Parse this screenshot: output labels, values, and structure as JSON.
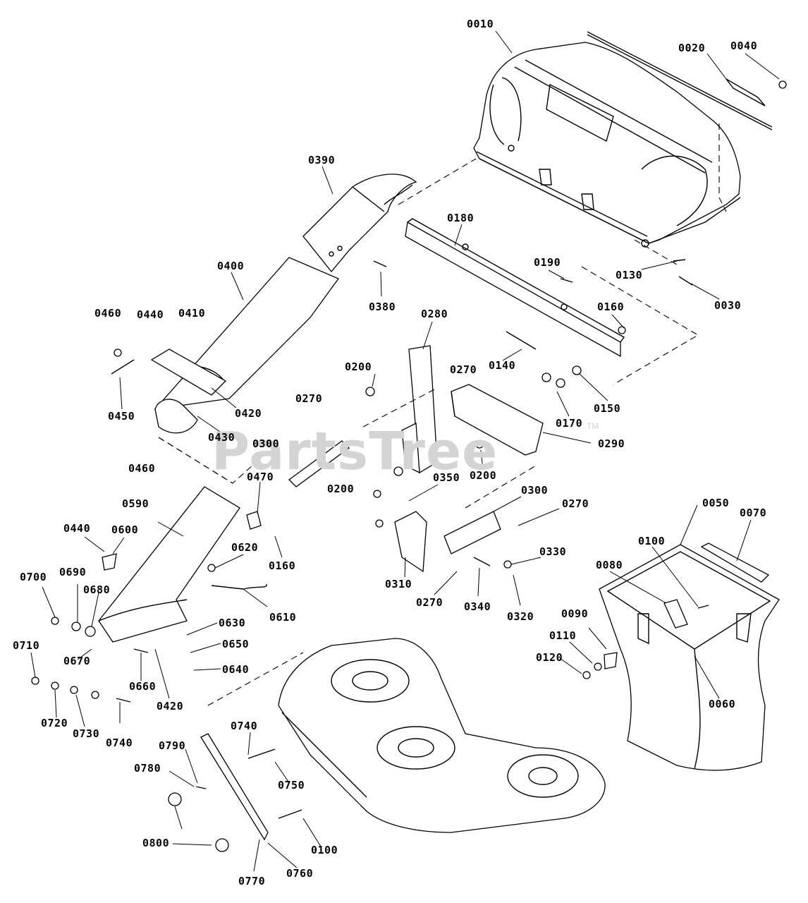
{
  "watermark": {
    "brand": "PartsTree",
    "trademark": "TM"
  },
  "labels": {
    "l0010": "0010",
    "l0020": "0020",
    "l0040": "0040",
    "l0390": "0390",
    "l0180": "0180",
    "l0190": "0190",
    "l0130": "0130",
    "l0030": "0030",
    "l0380": "0380",
    "l0400": "0400",
    "l0160a": "0160",
    "l0460a": "0460",
    "l0440a": "0440",
    "l0410": "0410",
    "l0280": "0280",
    "l0200a": "0200",
    "l0270a": "0270",
    "l0140": "0140",
    "l0150": "0150",
    "l0170": "0170",
    "l0450": "0450",
    "l0420a": "0420",
    "l0430": "0430",
    "l0270b": "0270",
    "l0300a": "0300",
    "l0290": "0290",
    "l0200b": "0200",
    "l0460b": "0460",
    "l0470": "0470",
    "l0200c": "0200",
    "l0350": "0350",
    "l0300b": "0300",
    "l0270c": "0270",
    "l0590": "0590",
    "l0440b": "0440",
    "l0600": "0600",
    "l0160b": "0160",
    "l0620": "0620",
    "l0050": "0050",
    "l0070": "0070",
    "l0100a": "0100",
    "l0330": "0330",
    "l0080": "0080",
    "l0700": "0700",
    "l0690": "0690",
    "l0680": "0680",
    "l0610": "0610",
    "l0310": "0310",
    "l0270d": "0270",
    "l0340": "0340",
    "l0320": "0320",
    "l0630": "0630",
    "l0090": "0090",
    "l0710": "0710",
    "l0670": "0670",
    "l0650": "0650",
    "l0110": "0110",
    "l0120": "0120",
    "l0640": "0640",
    "l0660": "0660",
    "l0420b": "0420",
    "l0060": "0060",
    "l0720": "0720",
    "l0730": "0730",
    "l0740a": "0740",
    "l0740b": "0740",
    "l0790": "0790",
    "l0780": "0780",
    "l0750": "0750",
    "l0800": "0800",
    "l0100b": "0100",
    "l0770": "0770",
    "l0760": "0760"
  }
}
